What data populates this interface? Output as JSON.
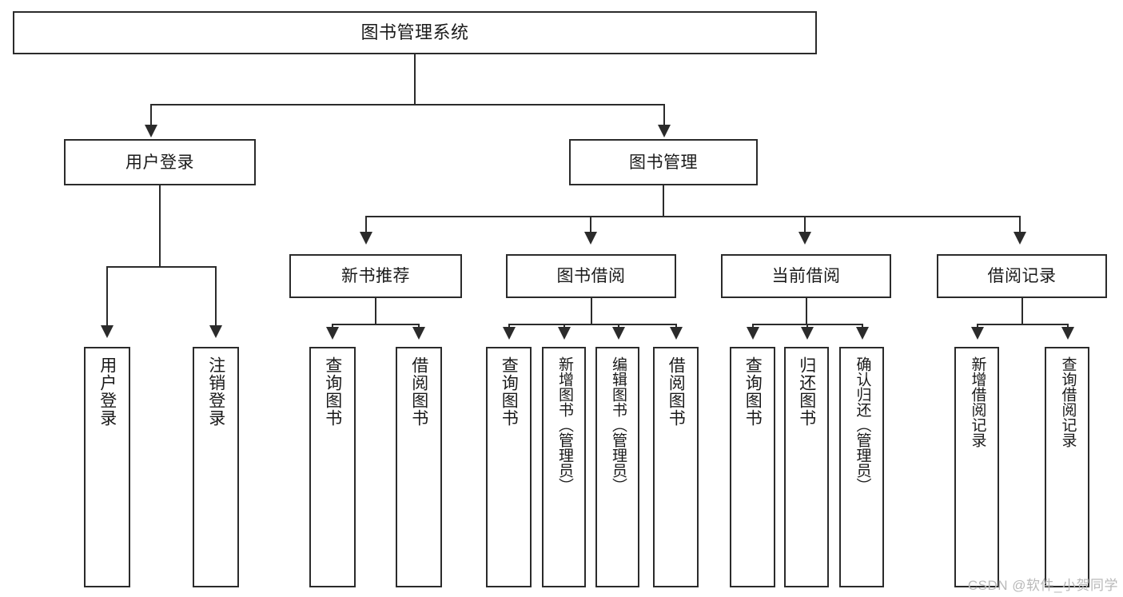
{
  "diagram": {
    "type": "tree-hierarchy-chart",
    "title": "图书管理系统",
    "root": {
      "id": "root",
      "label": "图书管理系统",
      "orientation": "horizontal"
    },
    "level2": [
      {
        "id": "user-login",
        "label": "用户登录",
        "orientation": "horizontal"
      },
      {
        "id": "book-manage",
        "label": "图书管理",
        "orientation": "horizontal"
      }
    ],
    "level3": [
      {
        "id": "new-book-recommend",
        "label": "新书推荐",
        "orientation": "horizontal",
        "parent": "book-manage"
      },
      {
        "id": "book-borrow",
        "label": "图书借阅",
        "orientation": "horizontal",
        "parent": "book-manage"
      },
      {
        "id": "current-borrow",
        "label": "当前借阅",
        "orientation": "horizontal",
        "parent": "book-manage"
      },
      {
        "id": "borrow-record",
        "label": "借阅记录",
        "orientation": "horizontal",
        "parent": "book-manage"
      }
    ],
    "leaves": [
      {
        "id": "leaf-user-login",
        "label": "用户登录",
        "parent": "user-login",
        "orientation": "vertical"
      },
      {
        "id": "leaf-user-logout",
        "label": "注销登录",
        "parent": "user-login",
        "orientation": "vertical"
      },
      {
        "id": "leaf-query-book-1",
        "label": "查询图书",
        "parent": "new-book-recommend",
        "orientation": "vertical"
      },
      {
        "id": "leaf-borrow-book-1",
        "label": "借阅图书",
        "parent": "new-book-recommend",
        "orientation": "vertical"
      },
      {
        "id": "leaf-query-book-2",
        "label": "查询图书",
        "parent": "book-borrow",
        "orientation": "vertical"
      },
      {
        "id": "leaf-add-book",
        "label": "新增图书（管理员）",
        "parent": "book-borrow",
        "orientation": "vertical"
      },
      {
        "id": "leaf-edit-book",
        "label": "编辑图书（管理员）",
        "parent": "book-borrow",
        "orientation": "vertical"
      },
      {
        "id": "leaf-borrow-book-2",
        "label": "借阅图书",
        "parent": "book-borrow",
        "orientation": "vertical"
      },
      {
        "id": "leaf-query-book-3",
        "label": "查询图书",
        "parent": "current-borrow",
        "orientation": "vertical"
      },
      {
        "id": "leaf-return-book",
        "label": "归还图书",
        "parent": "current-borrow",
        "orientation": "vertical"
      },
      {
        "id": "leaf-confirm-return",
        "label": "确认归还（管理员）",
        "parent": "current-borrow",
        "orientation": "vertical"
      },
      {
        "id": "leaf-add-record",
        "label": "新增借阅记录",
        "parent": "borrow-record",
        "orientation": "vertical"
      },
      {
        "id": "leaf-query-record",
        "label": "查询借阅记录",
        "parent": "borrow-record",
        "orientation": "vertical"
      }
    ],
    "colors": {
      "line": "#2b2b2b",
      "box_fill": "#ffffff",
      "text": "#1a1a1a",
      "watermark": "#b9b9b9"
    }
  },
  "watermark": {
    "text": "CSDN @软件_小贺同学"
  }
}
